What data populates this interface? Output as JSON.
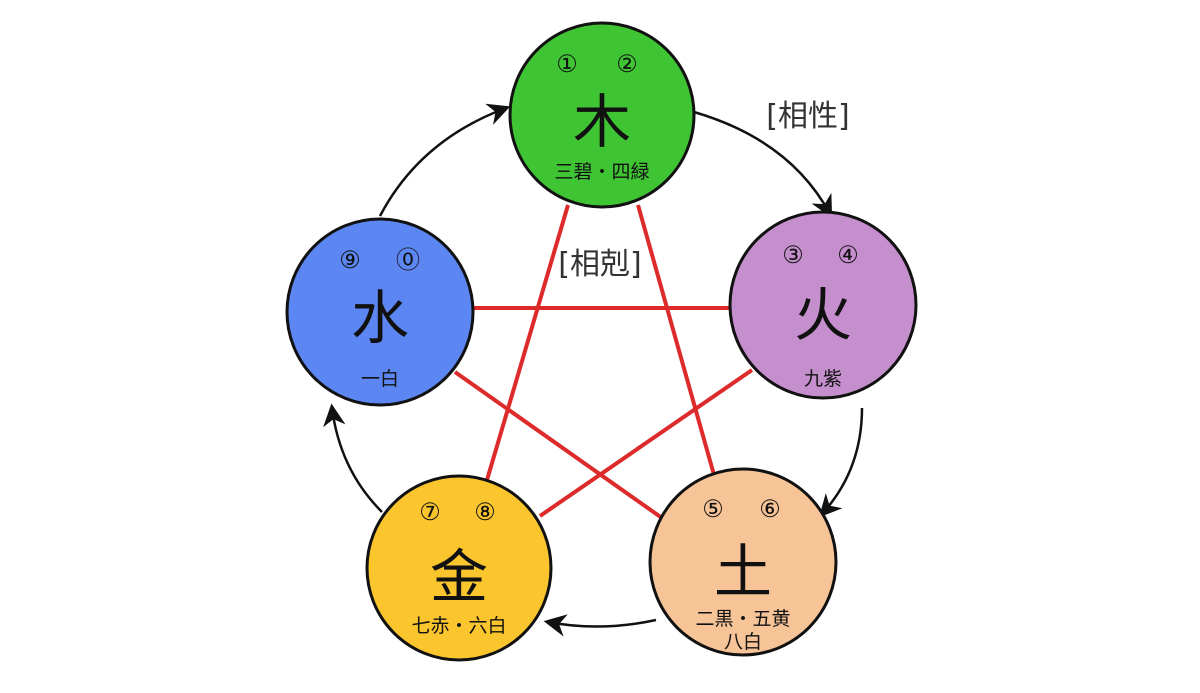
{
  "labels": {
    "generating": "[相性]",
    "controlling": "[相剋]"
  },
  "elements": [
    {
      "name": "木",
      "numbers": [
        "①",
        "②"
      ],
      "stars": [
        "三碧・四緑"
      ],
      "color": "#3fc433"
    },
    {
      "name": "火",
      "numbers": [
        "③",
        "④"
      ],
      "stars": [
        "九紫"
      ],
      "color": "#c48fcc"
    },
    {
      "name": "土",
      "numbers": [
        "⑤",
        "⑥"
      ],
      "stars": [
        "二黒・五黄",
        "八白"
      ],
      "color": "#f7c497"
    },
    {
      "name": "金",
      "numbers": [
        "⑦",
        "⑧"
      ],
      "stars": [
        "七赤・六白"
      ],
      "color": "#fbc52e"
    },
    {
      "name": "水",
      "numbers": [
        "⑨",
        "⓪"
      ],
      "stars": [
        "一白"
      ],
      "color": "#5c86f2"
    }
  ],
  "colors": {
    "controlling_line": "#dd2a2a",
    "arrow": "#111111"
  }
}
